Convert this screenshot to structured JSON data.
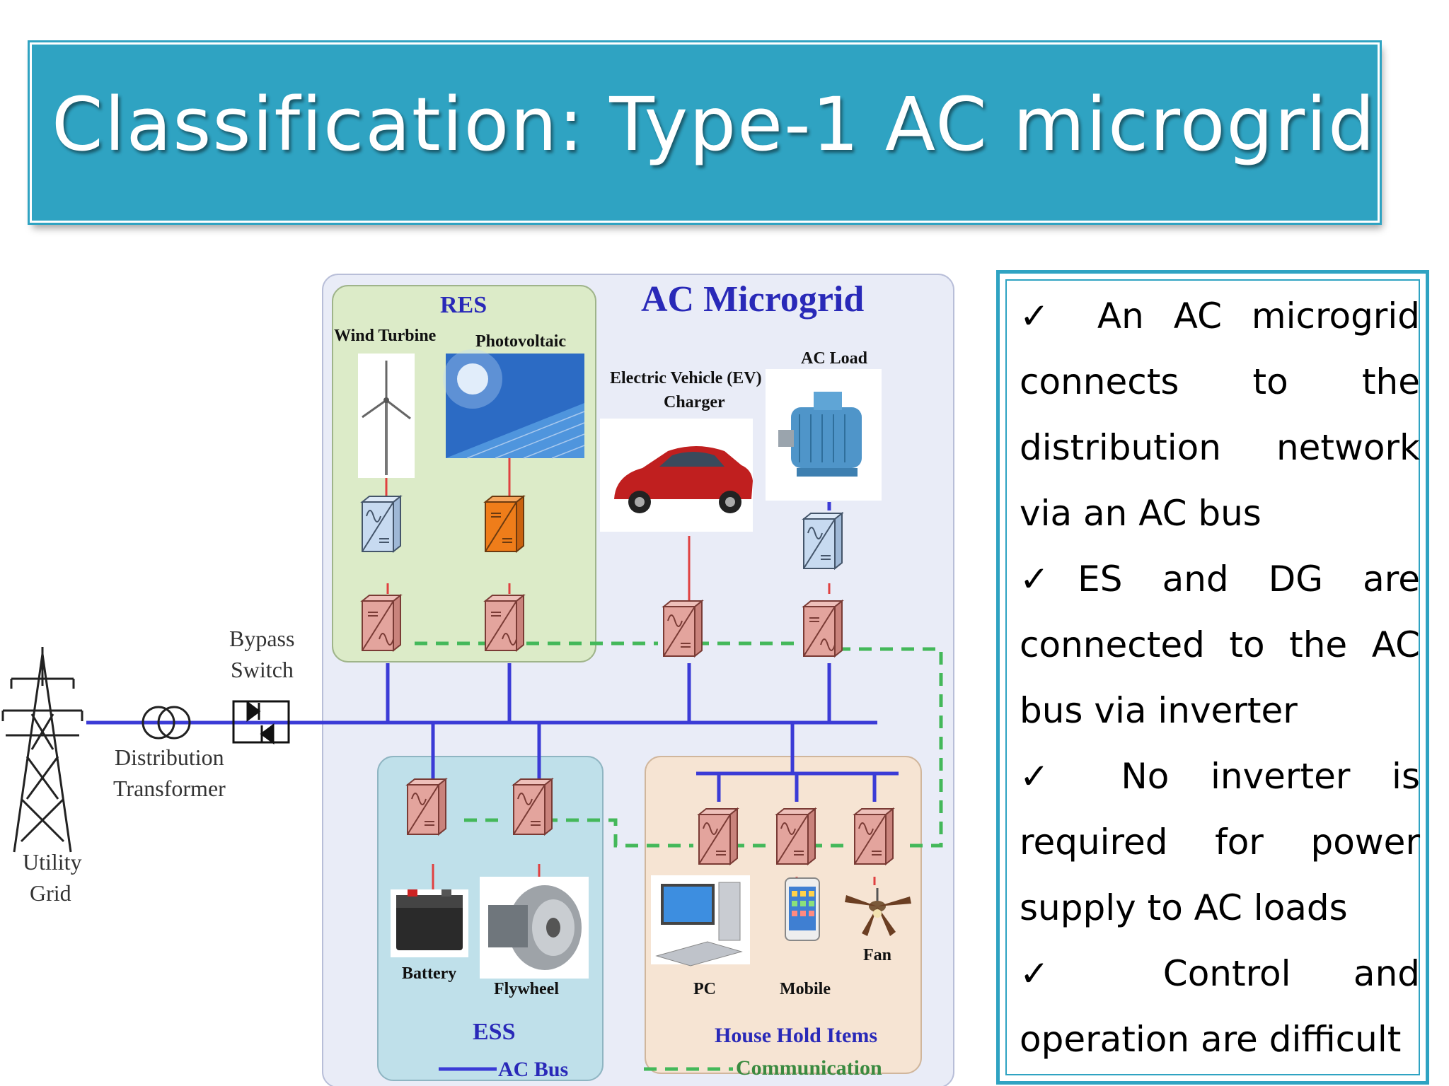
{
  "title": "Classification: Type-1 AC microgrid",
  "diagram": {
    "heading": "AC Microgrid",
    "res_label": "RES",
    "wind_turbine": "Wind Turbine",
    "photovoltaic": "Photovoltaic",
    "ev_charger_line1": "Electric Vehicle (EV)",
    "ev_charger_line2": "Charger",
    "ac_load": "AC Load",
    "bypass_line1": "Bypass",
    "bypass_line2": "Switch",
    "transformer_line1": "Distribution",
    "transformer_line2": "Transformer",
    "grid_line1": "Utility",
    "grid_line2": "Grid",
    "battery": "Battery",
    "flywheel": "Flywheel",
    "ess_label": "ESS",
    "pc": "PC",
    "mobile": "Mobile",
    "fan": "Fan",
    "household_label": "House Hold Items",
    "legend_ac_bus": "AC Bus",
    "legend_communication": "Communication",
    "colors": {
      "bus": "#3b3bd6",
      "converter": "#e3a49d",
      "communication": "#44b85a",
      "res_bg": "#dcebc8",
      "ess_bg": "#bfe0ea",
      "house_bg": "#f6e4d3",
      "microgrid_bg": "#e9ecf7"
    }
  },
  "bullets": [
    {
      "icon": "✓",
      "text": " An AC microgrid connects to the distribution network via an AC bus"
    },
    {
      "icon": "✓",
      "text": "ES and DG are connected to the AC bus via inverter"
    },
    {
      "icon": "✓",
      "text": " No inverter is required for power supply to AC loads"
    },
    {
      "icon": "✓",
      "text": " Control and operation are difficult"
    }
  ]
}
